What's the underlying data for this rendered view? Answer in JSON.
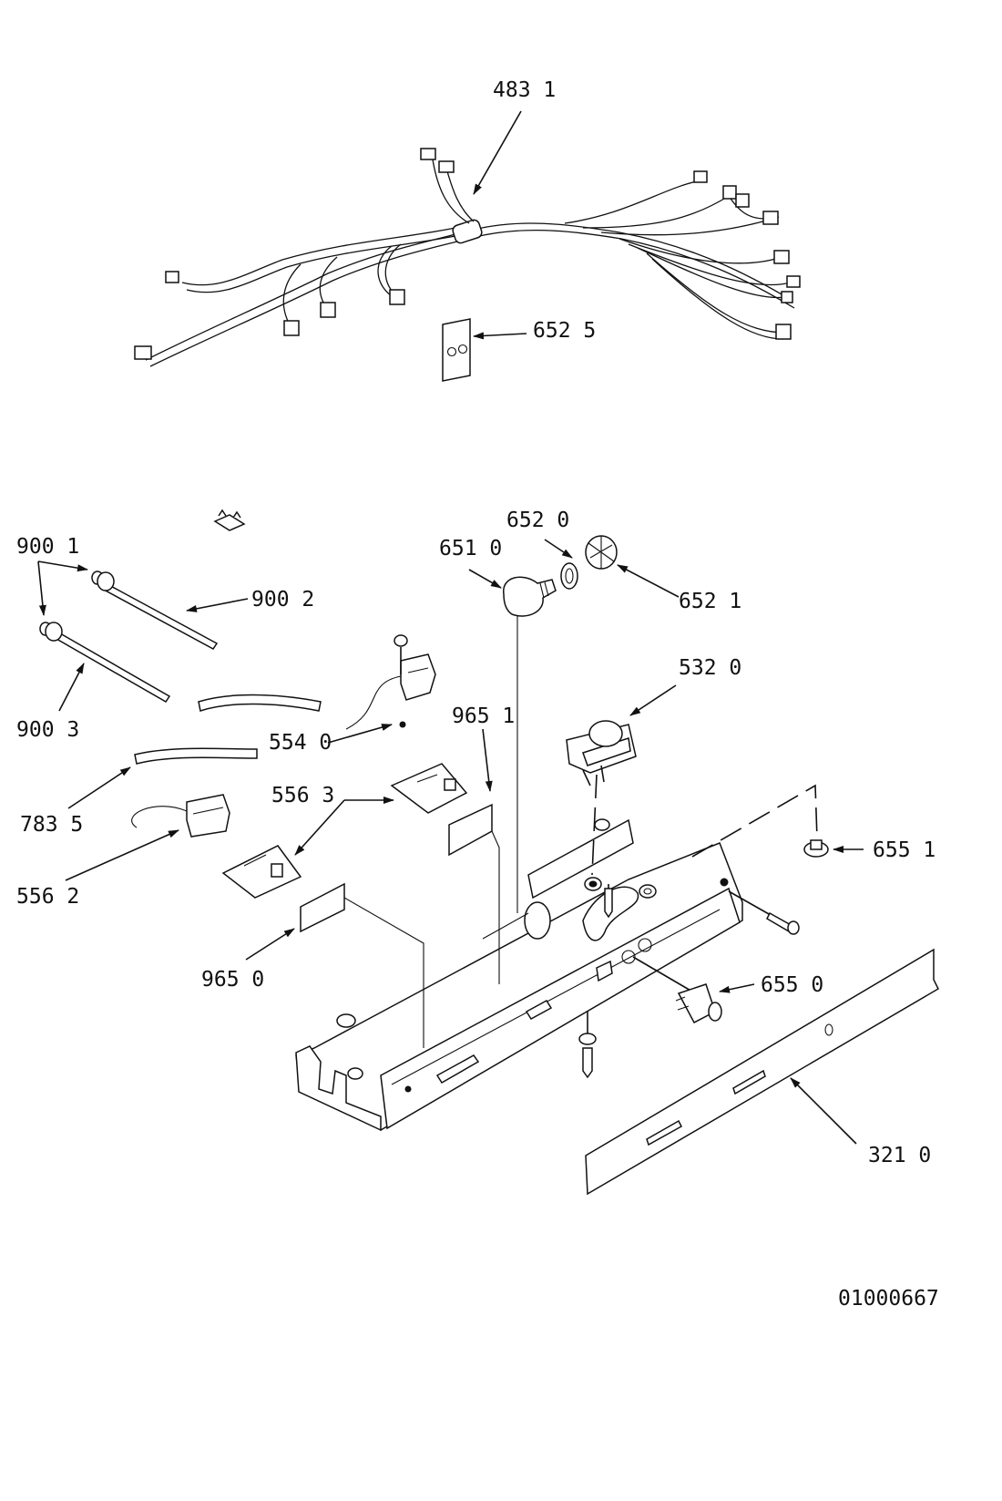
{
  "diagram_id": "01000667",
  "callouts": {
    "c4831": "483 1",
    "c6525": "652 5",
    "c9001": "900 1",
    "c9002": "900 2",
    "c9003": "900 3",
    "c6510": "651 0",
    "c6520": "652 0",
    "c6521": "652 1",
    "c5320": "532 0",
    "c5540": "554 0",
    "c9651": "965 1",
    "c7835": "783 5",
    "c5563": "556 3",
    "c6551": "655 1",
    "c5562": "556 2",
    "c9650": "965 0",
    "c6550": "655 0",
    "c3210": "321 0"
  }
}
